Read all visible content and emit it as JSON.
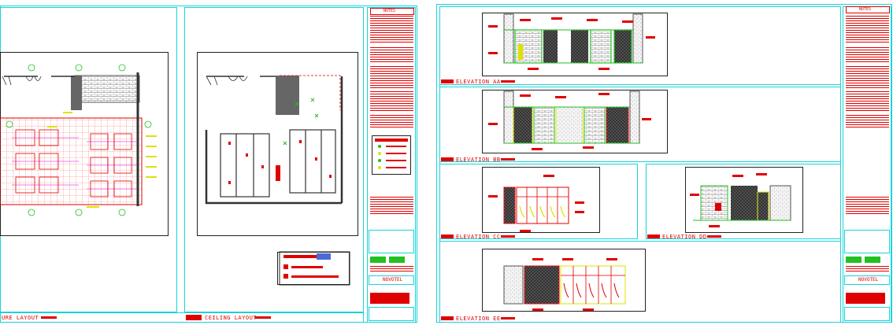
{
  "sheet1": {
    "left_title": "URE LAYOUT",
    "right_title": "CEILING LAYOUT",
    "notes_title": "NOTES",
    "brand": "NOVOTEL"
  },
  "sheet2": {
    "notes_title": "NOTES",
    "brand": "NOVOTEL",
    "elevations": [
      {
        "label": "ELEVATION AA"
      },
      {
        "label": "ELEVATION BB"
      },
      {
        "label": "ELEVATION CC"
      },
      {
        "label": "ELEVATION DD"
      },
      {
        "label": "ELEVATION EE"
      }
    ]
  },
  "colors": {
    "frame": "#19d3da",
    "annotation": "#e00000",
    "green": "#22c022",
    "magenta": "#e000e0",
    "yellow": "#e0e000"
  }
}
